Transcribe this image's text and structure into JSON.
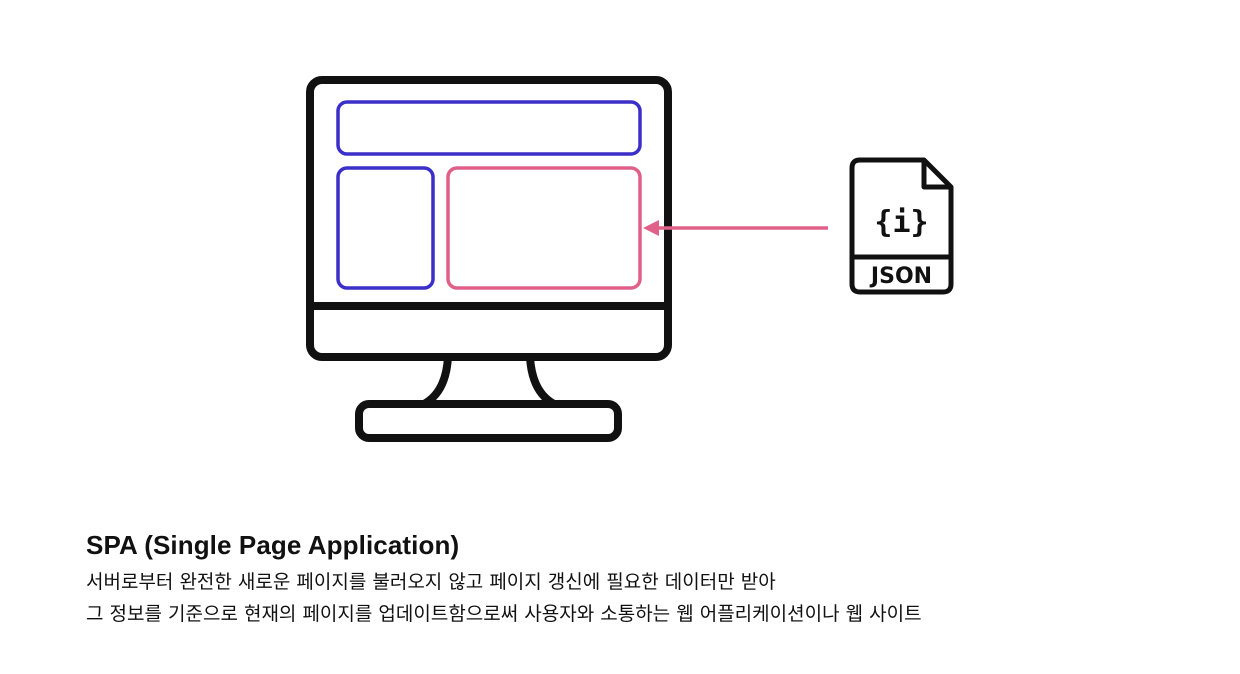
{
  "diagram": {
    "json_badge_label": "JSON",
    "json_icon_glyph": "{i}",
    "icons": {
      "monitor": "desktop-monitor-icon",
      "file": "json-file-icon",
      "arrow": "arrow-left-icon"
    },
    "colors": {
      "outline": "#111111",
      "layout_panels": "#3b2fc9",
      "updated_panel": "#e0608a",
      "arrow": "#e0608a"
    }
  },
  "caption": {
    "title": "SPA (Single Page Application)",
    "line1": "서버로부터 완전한 새로운 페이지를 불러오지 않고 페이지 갱신에 필요한 데이터만 받아",
    "line2": "그 정보를 기준으로 현재의 페이지를 업데이트함으로써 사용자와 소통하는 웹 어플리케이션이나 웹 사이트"
  }
}
